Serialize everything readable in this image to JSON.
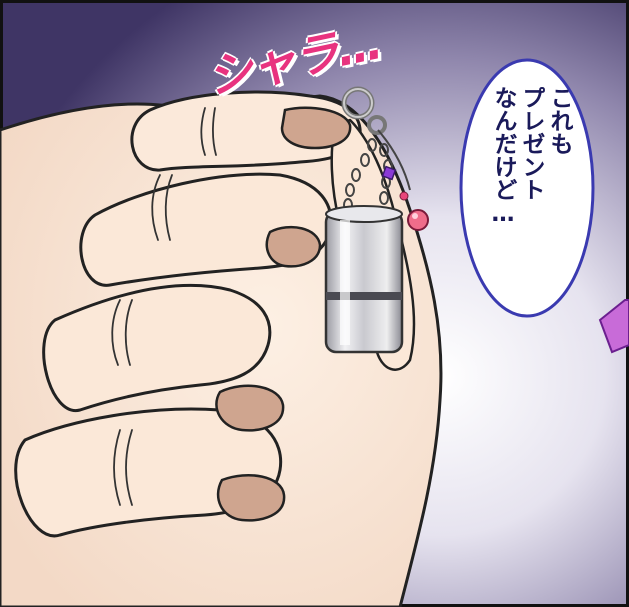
{
  "sfx": {
    "text": "シャラ…"
  },
  "speech": {
    "line1": "これも",
    "line2": "プレゼント",
    "line3": "なんだけど…"
  },
  "colors": {
    "background_top": "#4a3f73",
    "background_center": "#e9e7f1",
    "skin": "#f9e6d6",
    "nail": "#cfa58f",
    "sfx": "#e8337f",
    "bubble_border": "#3a3ab0",
    "charm_silver": "#d8d8dc"
  },
  "icons": [
    "hand",
    "cylinder-charm",
    "chain",
    "pink-bead",
    "speech-bubble"
  ]
}
